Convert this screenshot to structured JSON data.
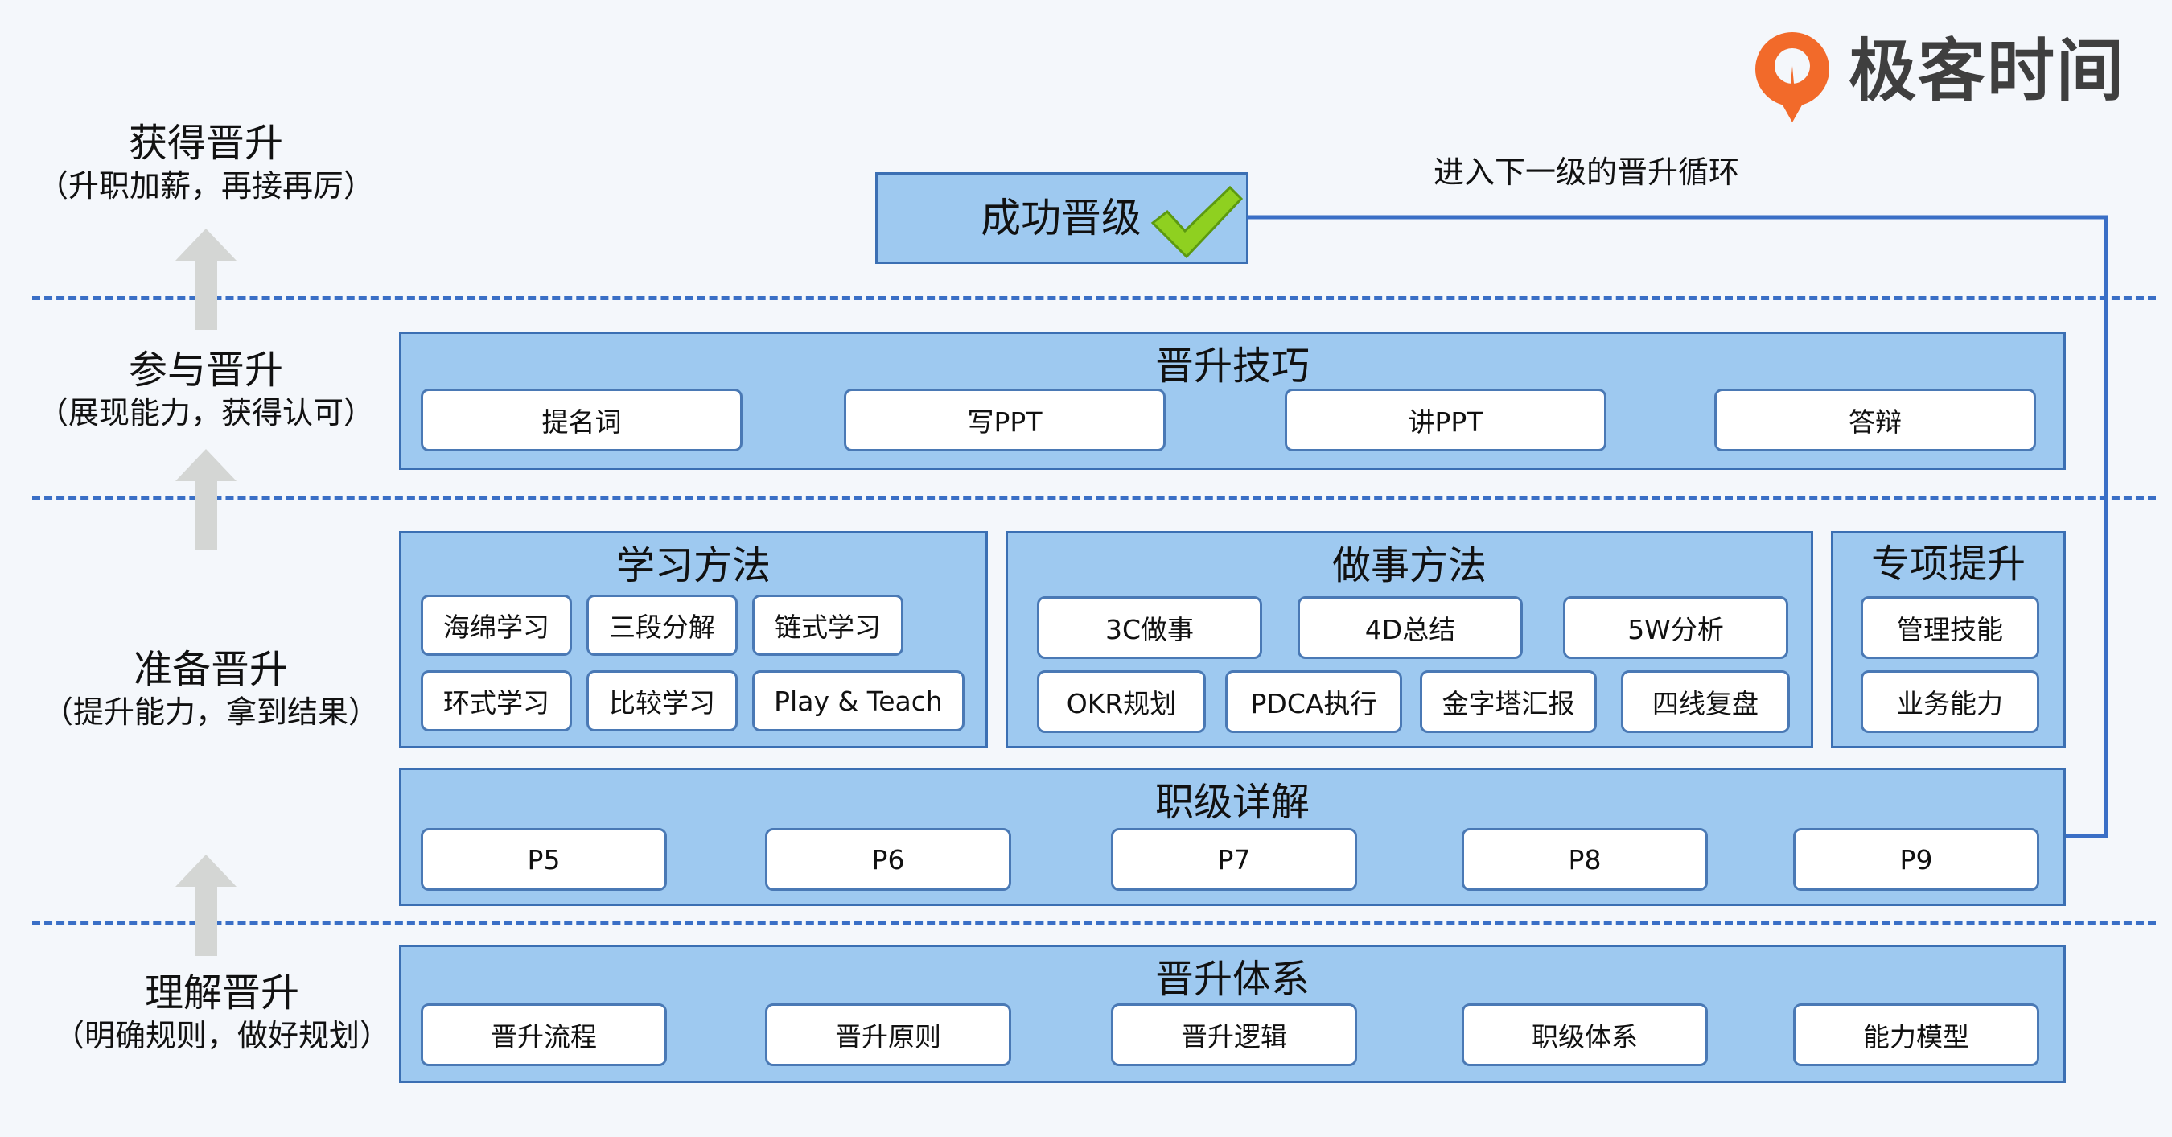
{
  "brand": {
    "name": "极客时间",
    "accent": "#f26a2a"
  },
  "colors": {
    "panel_fill": "#9ec9f0",
    "panel_border": "#3b6fb3",
    "dash": "#3a6fc6",
    "arrow": "#d4d6d4",
    "check": "#8fd020"
  },
  "stages": {
    "get": {
      "title": "获得晋升",
      "sub": "（升职加薪，再接再厉）"
    },
    "participate": {
      "title": "参与晋升",
      "sub": "（展现能力，获得认可）"
    },
    "prepare": {
      "title": "准备晋升",
      "sub": "（提升能力，拿到结果）"
    },
    "understand": {
      "title": "理解晋升",
      "sub": "（明确规则，做好规划）"
    }
  },
  "success": {
    "label": "成功晋级",
    "icon": "checkmark-icon"
  },
  "loop_label": "进入下一级的晋升循环",
  "skills": {
    "title": "晋升技巧",
    "items": [
      "提名词",
      "写PPT",
      "讲PPT",
      "答辩"
    ]
  },
  "learning": {
    "title": "学习方法",
    "items": [
      "海绵学习",
      "三段分解",
      "链式学习",
      "环式学习",
      "比较学习",
      "Play & Teach"
    ]
  },
  "working": {
    "title": "做事方法",
    "items": [
      "3C做事",
      "4D总结",
      "5W分析",
      "OKR规划",
      "PDCA执行",
      "金字塔汇报",
      "四线复盘"
    ]
  },
  "special": {
    "title": "专项提升",
    "items": [
      "管理技能",
      "业务能力"
    ]
  },
  "levels": {
    "title": "职级详解",
    "items": [
      "P5",
      "P6",
      "P7",
      "P8",
      "P9"
    ]
  },
  "system": {
    "title": "晋升体系",
    "items": [
      "晋升流程",
      "晋升原则",
      "晋升逻辑",
      "职级体系",
      "能力模型"
    ]
  }
}
